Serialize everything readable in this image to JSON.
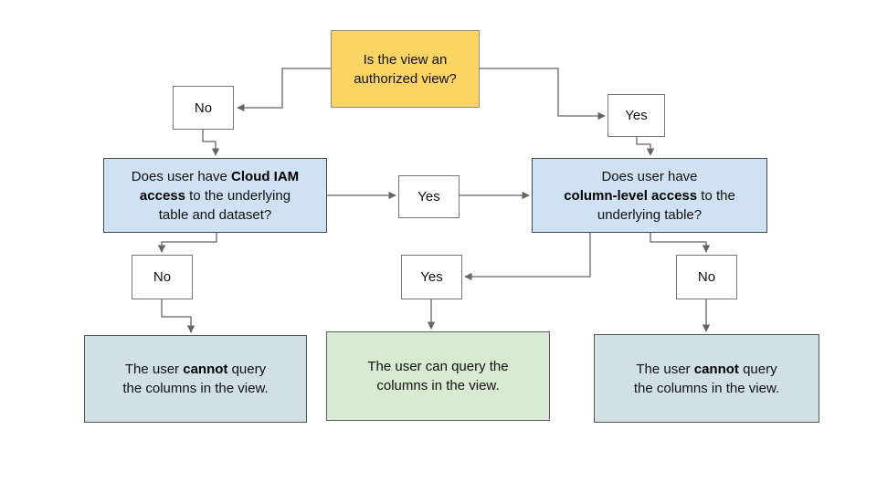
{
  "flowchart": {
    "root": {
      "text": "Is the view an\nauthorized view?"
    },
    "no_top": {
      "text": "No"
    },
    "yes_top": {
      "text": "Yes"
    },
    "iam_question": {
      "pre": "Does user have ",
      "bold": "Cloud IAM\naccess",
      "post": " to the underlying\ntable and dataset?"
    },
    "yes_mid": {
      "text": "Yes"
    },
    "column_question": {
      "pre": "Does user have\n",
      "bold": "column-level access",
      "post": " to the\nunderlying table?"
    },
    "no_left": {
      "text": "No"
    },
    "yes_bottom": {
      "text": "Yes"
    },
    "no_right": {
      "text": "No"
    },
    "outcome_left": {
      "pre": "The user ",
      "bold": "cannot",
      "post": " query\nthe columns in the view."
    },
    "outcome_center": {
      "text": "The user can query the\ncolumns in the view."
    },
    "outcome_right": {
      "pre": "The user ",
      "bold": "cannot",
      "post": " query\nthe columns in the view."
    },
    "colors": {
      "decision_fill": "#FBD563",
      "question_fill": "#CFE2F3",
      "outcome_negative_fill": "#D0E0E3",
      "outcome_positive_fill": "#D9EAD3",
      "connector": "#666666"
    }
  }
}
